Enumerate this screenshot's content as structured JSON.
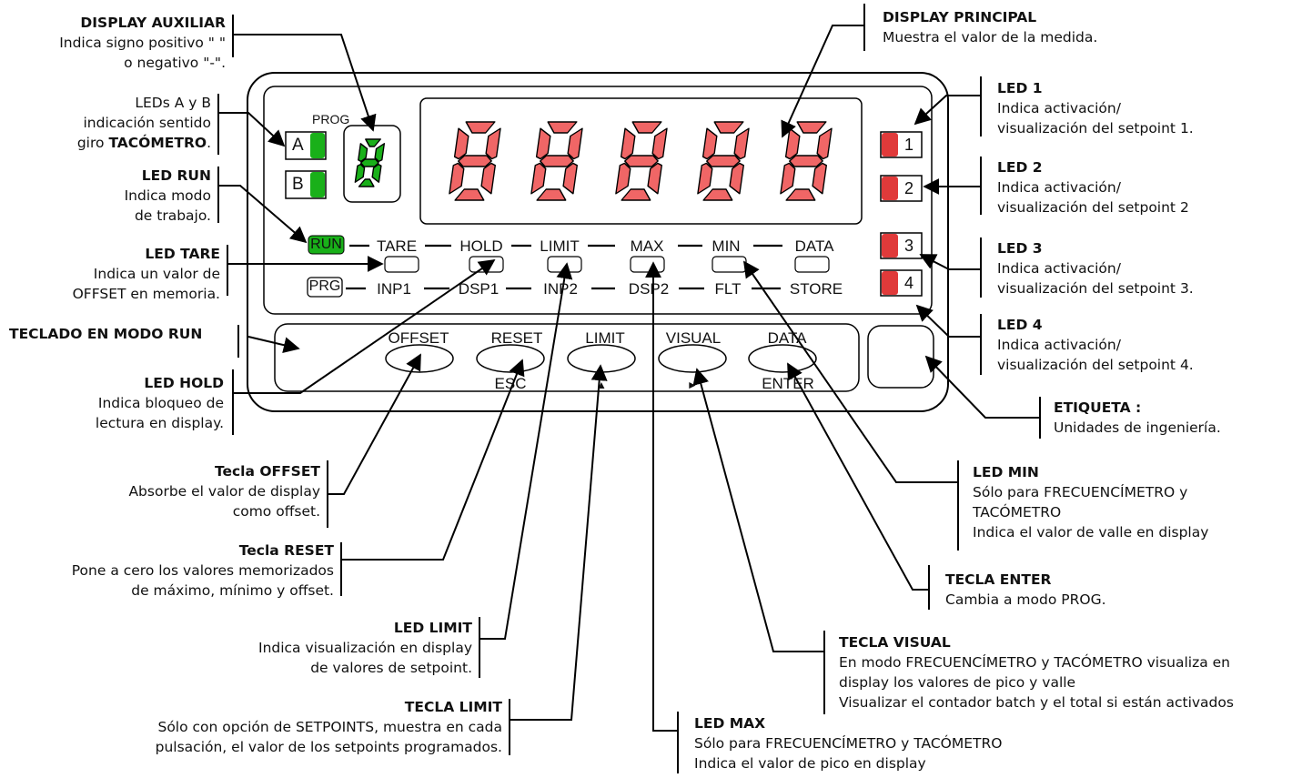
{
  "annotations": {
    "display_auxiliar": {
      "title": "DISPLAY AUXILIAR",
      "lines": [
        "Indica signo positivo \" \"",
        "o negativo \"-\"."
      ]
    },
    "leds_ab": {
      "lines": [
        "LEDs A y B",
        "indicación sentido",
        "giro "
      ],
      "bold": "TACÓMETRO",
      "tail": "."
    },
    "led_run": {
      "title": "LED RUN",
      "lines": [
        "Indica modo",
        "de trabajo."
      ]
    },
    "led_tare": {
      "title": "LED TARE",
      "lines": [
        "Indica un valor de",
        "OFFSET en memoria."
      ]
    },
    "teclado": {
      "title": "TECLADO EN MODO RUN"
    },
    "led_hold": {
      "title": "LED HOLD",
      "lines": [
        "Indica bloqueo de",
        "lectura en display."
      ]
    },
    "tecla_offset": {
      "title": "Tecla OFFSET",
      "lines": [
        "Absorbe el valor de display",
        "como offset."
      ]
    },
    "tecla_reset": {
      "title": "Tecla RESET",
      "lines": [
        "Pone a cero los valores memorizados",
        "de máximo, mínimo y offset."
      ]
    },
    "led_limit": {
      "title": "LED LIMIT",
      "lines": [
        "Indica visualización en display",
        "de valores de setpoint."
      ]
    },
    "tecla_limit": {
      "title": "TECLA LIMIT",
      "lines": [
        "Sólo con opción de SETPOINTS, muestra en cada",
        "pulsación, el valor de los setpoints programados."
      ]
    },
    "display_principal": {
      "title": "DISPLAY PRINCIPAL",
      "lines": [
        "Muestra el valor de la medida."
      ]
    },
    "led1": {
      "title": "LED 1",
      "lines": [
        "Indica activación/",
        "visualización del setpoint 1."
      ]
    },
    "led2": {
      "title": "LED 2",
      "lines": [
        "Indica activación/",
        "visualización del setpoint 2"
      ]
    },
    "led3": {
      "title": "LED 3",
      "lines": [
        "Indica activación/",
        "visualización del setpoint 3."
      ]
    },
    "led4": {
      "title": "LED 4",
      "lines": [
        "Indica activación/",
        "visualización del setpoint 4."
      ]
    },
    "etiqueta": {
      "title": "ETIQUETA :",
      "lines": [
        "Unidades de ingeniería."
      ]
    },
    "led_min": {
      "title": "LED MIN",
      "lines": [
        "Sólo para FRECUENCÍMETRO y",
        "TACÓMETRO",
        "Indica el valor de valle en display"
      ]
    },
    "tecla_enter": {
      "title": "TECLA ENTER",
      "lines": [
        "Cambia a modo PROG."
      ]
    },
    "tecla_visual": {
      "title": "TECLA VISUAL",
      "lines": [
        "En modo FRECUENCÍMETRO y TACÓMETRO visualiza en",
        "display los valores de pico y valle",
        "Visualizar el contador batch y el total si están activados"
      ]
    },
    "led_max": {
      "title": "LED MAX",
      "lines": [
        "Sólo para FRECUENCÍMETRO y TACÓMETRO",
        "Indica el valor de pico en display"
      ]
    }
  },
  "panel": {
    "prog_label": "PROG",
    "led_a": "A",
    "led_b": "B",
    "aux_digit": "8",
    "main_digits": [
      "8",
      "8",
      "8",
      "8",
      "8"
    ],
    "run_label": "RUN",
    "prg_label": "PRG",
    "top_row": [
      "TARE",
      "HOLD",
      "LIMIT",
      "MAX",
      "MIN",
      "DATA"
    ],
    "bottom_row": [
      "INP1",
      "DSP1",
      "INP2",
      "DSP2",
      "FLT",
      "STORE"
    ],
    "setpoints": [
      "1",
      "2",
      "3",
      "4"
    ],
    "keys": [
      "OFFSET",
      "RESET",
      "LIMIT",
      "VISUAL",
      "DATA"
    ],
    "key_sublabels": [
      "ESC",
      "▲",
      "►",
      "ENTER"
    ]
  },
  "colors": {
    "digit_red": "#f06666",
    "led_red": "#e03a3a",
    "led_green": "#19b019",
    "ink": "#000000"
  }
}
